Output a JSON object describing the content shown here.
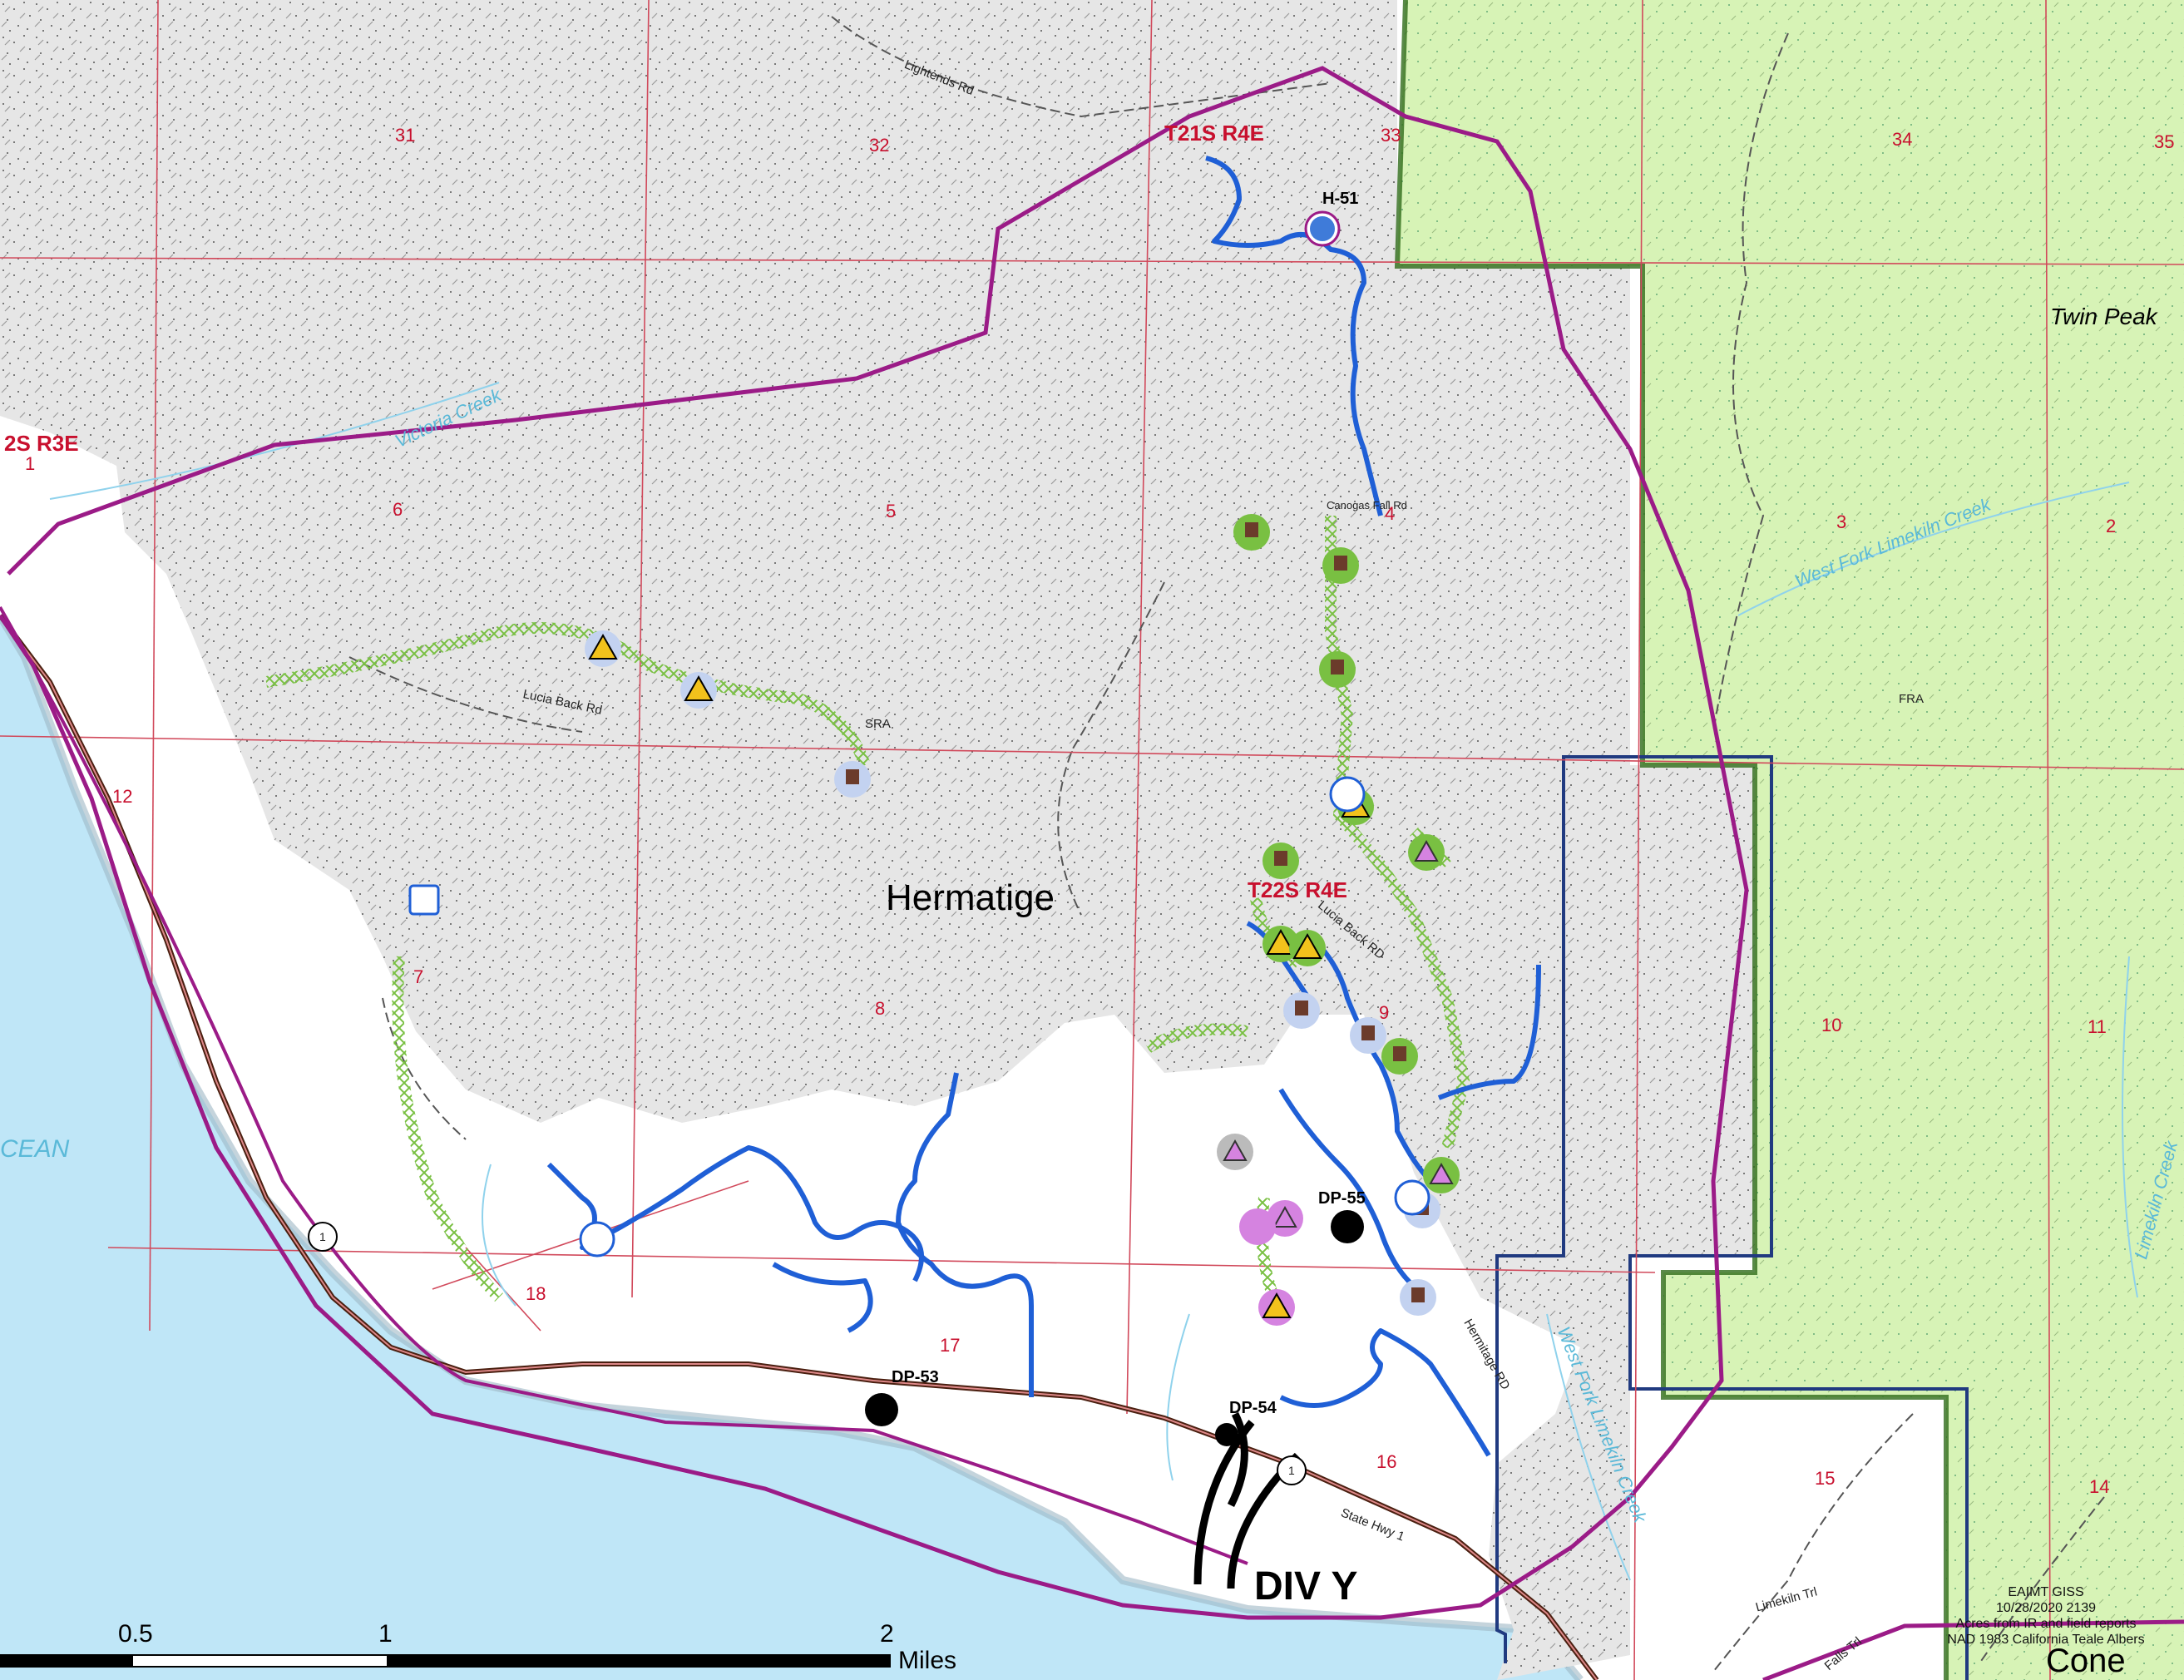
{
  "labels": {
    "sections": [
      "31",
      "32",
      "33",
      "34",
      "35",
      "6",
      "5",
      "4",
      "3",
      "2",
      "1",
      "12",
      "7",
      "8",
      "9",
      "10",
      "11",
      "18",
      "17",
      "16",
      "15",
      "14"
    ],
    "townships": [
      "T21S R4E",
      "T22S R4E",
      "2S R3E"
    ],
    "place_main": "Hermatige",
    "peak": "Twin Peak",
    "division": "DIV Y",
    "cone": "Cone",
    "ocean": "CEAN",
    "fra": "FRA",
    "sra": "SRA",
    "creeks": [
      "Victoria Creek",
      "West Fork Limekiln Creek",
      "West Fork Limekiln Creek",
      "Limekiln Creek"
    ],
    "roads": [
      "Lightends Rd",
      "Lucia Back Rd",
      "Lucia Back RD",
      "Canogas Fall Rd",
      "Hermitage RD",
      "State Hwy 1",
      "Limekiln Trl",
      "Falls Trl"
    ],
    "hwy_shield": "1"
  },
  "points": {
    "heli": "H-51",
    "drop_points": [
      "DP-53",
      "DP-54",
      "DP-55"
    ]
  },
  "legend_info": {
    "org": "EAIMT GISS",
    "datetime": "10/28/2020 2139",
    "note": "Acres from IR and field reports",
    "projection": "NAD 1983 California Teale Albers"
  },
  "scale": {
    "ticks": [
      "0.5",
      "1",
      "2"
    ],
    "unit": "Miles"
  },
  "colors": {
    "fire_perimeter": "#9b1b87",
    "dozer_line": "#1f5fd6",
    "hand_line": "#79c042",
    "section_lines": "#d1495b",
    "federal_land": "#d6f5b8",
    "ocean": "#bfe6f7"
  },
  "icons": [
    "tack-icon",
    "safety-zone-icon",
    "hazard-s-icon",
    "structure-icon",
    "water-icon"
  ]
}
